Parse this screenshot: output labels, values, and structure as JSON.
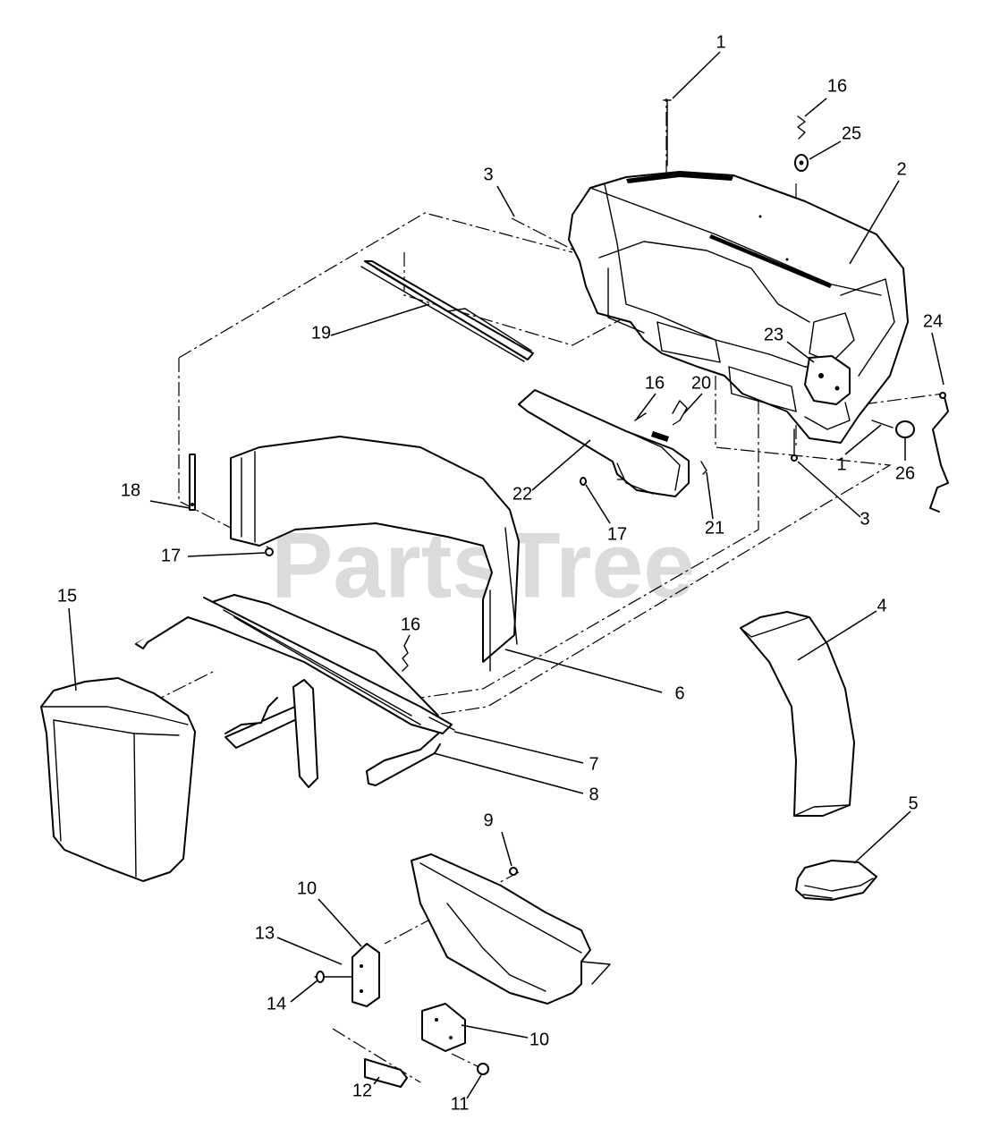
{
  "diagram": {
    "type": "exploded-parts-diagram",
    "watermark": "PartsTree",
    "callouts": [
      "1",
      "16",
      "25",
      "3",
      "2",
      "19",
      "23",
      "24",
      "16",
      "20",
      "1",
      "26",
      "22",
      "17",
      "21",
      "3",
      "18",
      "17",
      "4",
      "15",
      "16",
      "6",
      "7",
      "8",
      "5",
      "9",
      "10",
      "13",
      "14",
      "10",
      "12",
      "11"
    ]
  }
}
